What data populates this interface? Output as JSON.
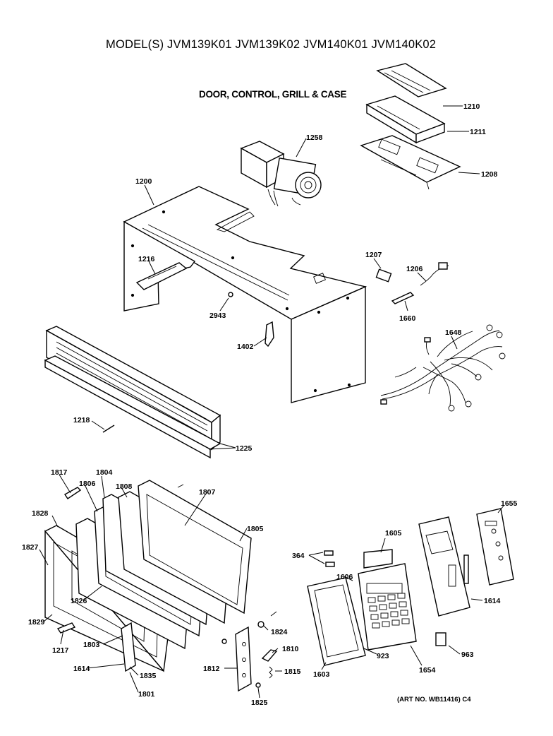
{
  "header": {
    "model_line": "MODEL(S) JVM139K01  JVM139K02  JVM140K01  JVM140K02",
    "subtitle": "DOOR, CONTROL, GRILL & CASE"
  },
  "footer": {
    "art_no": "(ART NO. WB11416) C4"
  },
  "callouts": {
    "c1210": "1210",
    "c1211": "1211",
    "c1208": "1208",
    "c1258": "1258",
    "c1200": "1200",
    "c1216": "1216",
    "c2943": "2943",
    "c1402": "1402",
    "c1207": "1207",
    "c1206": "1206",
    "c1660": "1660",
    "c1648": "1648",
    "c1218": "1218",
    "c1225": "1225",
    "c1817": "1817",
    "c1806": "1806",
    "c1804": "1804",
    "c1808": "1808",
    "c1807": "1807",
    "c1805": "1805",
    "c1828": "1828",
    "c1827": "1827",
    "c1826": "1826",
    "c1829": "1829",
    "c1217": "1217",
    "c1803": "1803",
    "c1614": "1614",
    "c1835": "1835",
    "c1801": "1801",
    "c1812": "1812",
    "c1824": "1824",
    "c1810": "1810",
    "c1815": "1815",
    "c1825": "1825",
    "c364": "364",
    "c1605": "1605",
    "c1606": "1606",
    "c1603": "1603",
    "c923": "923",
    "c1654": "1654",
    "c1655": "1655",
    "c1614b": "1614",
    "c963": "963"
  }
}
